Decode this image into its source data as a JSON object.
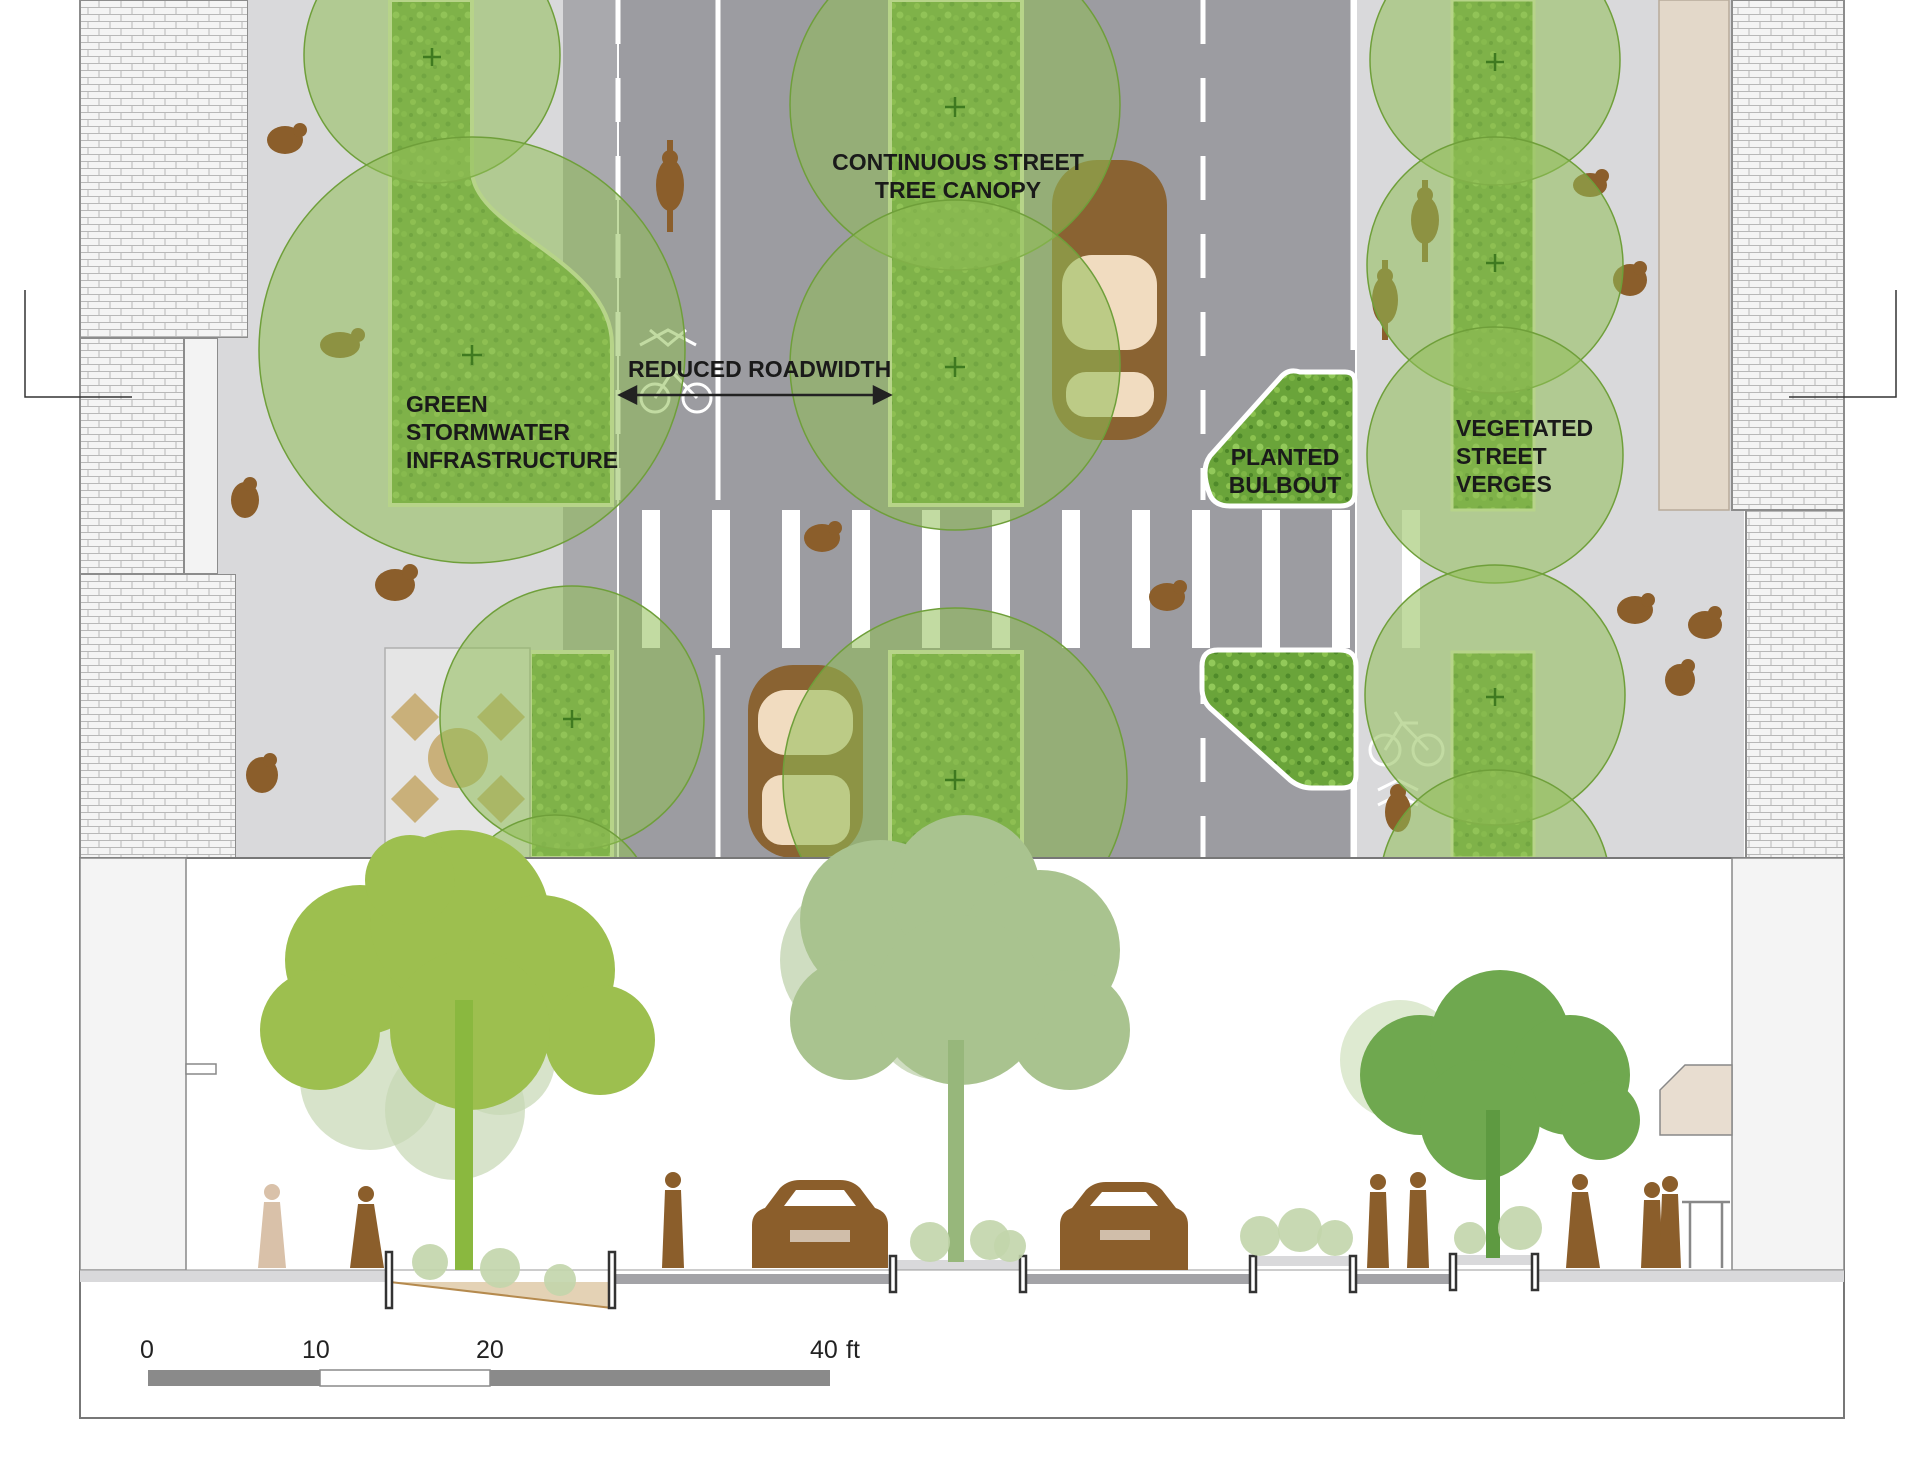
{
  "labels": {
    "canopy_line1": "CONTINUOUS STREET",
    "canopy_line2": "TREE CANOPY",
    "roadwidth": "REDUCED ROADWIDTH",
    "stormwater_line1": "GREEN",
    "stormwater_line2": "STORMWATER",
    "stormwater_line3": "INFRASTRUCTURE",
    "bulbout_line1": "PLANTED",
    "bulbout_line2": "BULBOUT",
    "verges_line1": "VEGETATED",
    "verges_line2": "STREET",
    "verges_line3": "VERGES"
  },
  "scale_bar": {
    "ticks": [
      "0",
      "10",
      "20",
      "40"
    ],
    "unit": "ft"
  },
  "colors": {
    "road": "#9c9ca1",
    "sidewalk": "#d9d9db",
    "building": "#f2f2f2",
    "canopy": "#8fbd55",
    "planting": "#5f9a33",
    "figure": "#8b5e2b",
    "section_tree_1": "#9dbf4f",
    "section_tree_2": "#a9c38f",
    "section_tree_3": "#6fa84f"
  }
}
